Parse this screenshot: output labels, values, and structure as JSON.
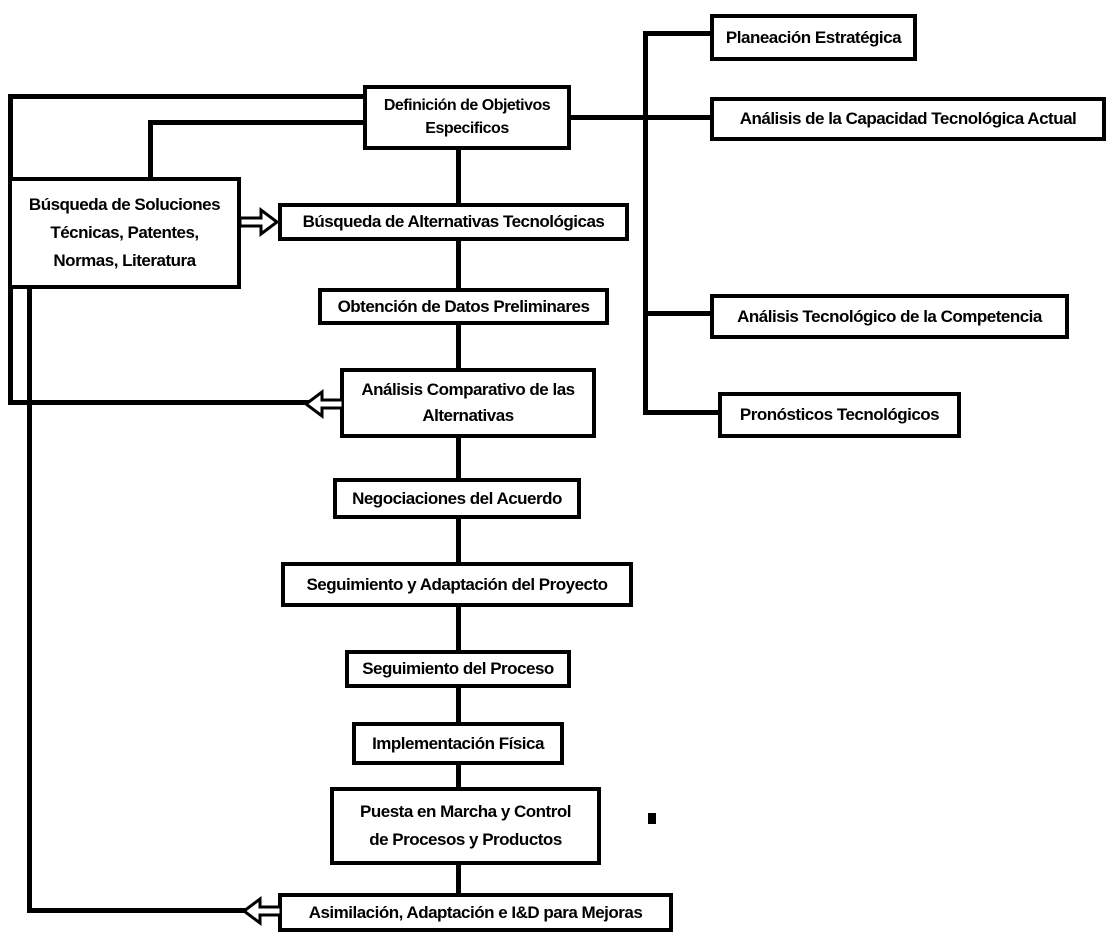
{
  "diagram": {
    "type": "flowchart",
    "language": "es",
    "colors": {
      "background": "#ffffff",
      "box_fill": "#ffffff",
      "box_border": "#000000",
      "text": "#000000",
      "line": "#000000",
      "arrow_fill": "#ffffff",
      "arrow_border": "#000000"
    },
    "nodes": {
      "definicion_objetivos": {
        "label": [
          "Definición de Objetivos",
          "Especificos"
        ]
      },
      "planeacion_estrategica": {
        "label": "Planeación Estratégica"
      },
      "analisis_capacidad": {
        "label": "Análisis de la Capacidad Tecnológica Actual"
      },
      "analisis_competencia": {
        "label": "Análisis Tecnológico de la Competencia"
      },
      "pronosticos": {
        "label": "Pronósticos Tecnológicos"
      },
      "busqueda_soluciones": {
        "label": [
          "Búsqueda de Soluciones",
          "Técnicas, Patentes,",
          "Normas, Literatura"
        ]
      },
      "busqueda_alternativas": {
        "label": "Búsqueda de Alternativas Tecnológicas"
      },
      "obtencion_datos": {
        "label": "Obtención de Datos Preliminares"
      },
      "analisis_comparativo": {
        "label": [
          "Análisis Comparativo de las",
          "Alternativas"
        ]
      },
      "negociaciones": {
        "label": "Negociaciones del Acuerdo"
      },
      "seguimiento_proyecto": {
        "label": "Seguimiento y Adaptación del Proyecto"
      },
      "seguimiento_proceso": {
        "label": "Seguimiento del Proceso"
      },
      "implementacion_fisica": {
        "label": "Implementación Física"
      },
      "puesta_en_marcha": {
        "label": [
          "Puesta en Marcha y Control",
          "de Procesos y Productos"
        ]
      },
      "asimilacion": {
        "label": "Asimilación, Adaptación e I&D para Mejoras"
      }
    },
    "connections": [
      {
        "from": "definicion_objetivos",
        "to": "planeacion_estrategica",
        "style": "plain"
      },
      {
        "from": "definicion_objetivos",
        "to": "analisis_capacidad",
        "style": "plain"
      },
      {
        "from": "definicion_objetivos",
        "to": "analisis_competencia",
        "style": "plain"
      },
      {
        "from": "definicion_objetivos",
        "to": "pronosticos",
        "style": "plain"
      },
      {
        "from": "definicion_objetivos",
        "to": "busqueda_soluciones",
        "style": "plain"
      },
      {
        "from": "definicion_objetivos",
        "to": "busqueda_alternativas",
        "style": "plain"
      },
      {
        "from": "busqueda_soluciones",
        "to": "busqueda_alternativas",
        "style": "hollow-arrow-right"
      },
      {
        "from": "busqueda_alternativas",
        "to": "obtencion_datos",
        "style": "plain"
      },
      {
        "from": "obtencion_datos",
        "to": "analisis_comparativo",
        "style": "plain"
      },
      {
        "from": "analisis_comparativo",
        "to": "definicion_objetivos",
        "style": "hollow-arrow-left-feedback"
      },
      {
        "from": "analisis_comparativo",
        "to": "negociaciones",
        "style": "plain"
      },
      {
        "from": "negociaciones",
        "to": "seguimiento_proyecto",
        "style": "plain"
      },
      {
        "from": "seguimiento_proyecto",
        "to": "seguimiento_proceso",
        "style": "plain"
      },
      {
        "from": "seguimiento_proceso",
        "to": "implementacion_fisica",
        "style": "plain"
      },
      {
        "from": "implementacion_fisica",
        "to": "puesta_en_marcha",
        "style": "plain"
      },
      {
        "from": "puesta_en_marcha",
        "to": "asimilacion",
        "style": "plain"
      },
      {
        "from": "asimilacion",
        "to": "busqueda_soluciones",
        "style": "hollow-arrow-left-feedback"
      }
    ]
  }
}
